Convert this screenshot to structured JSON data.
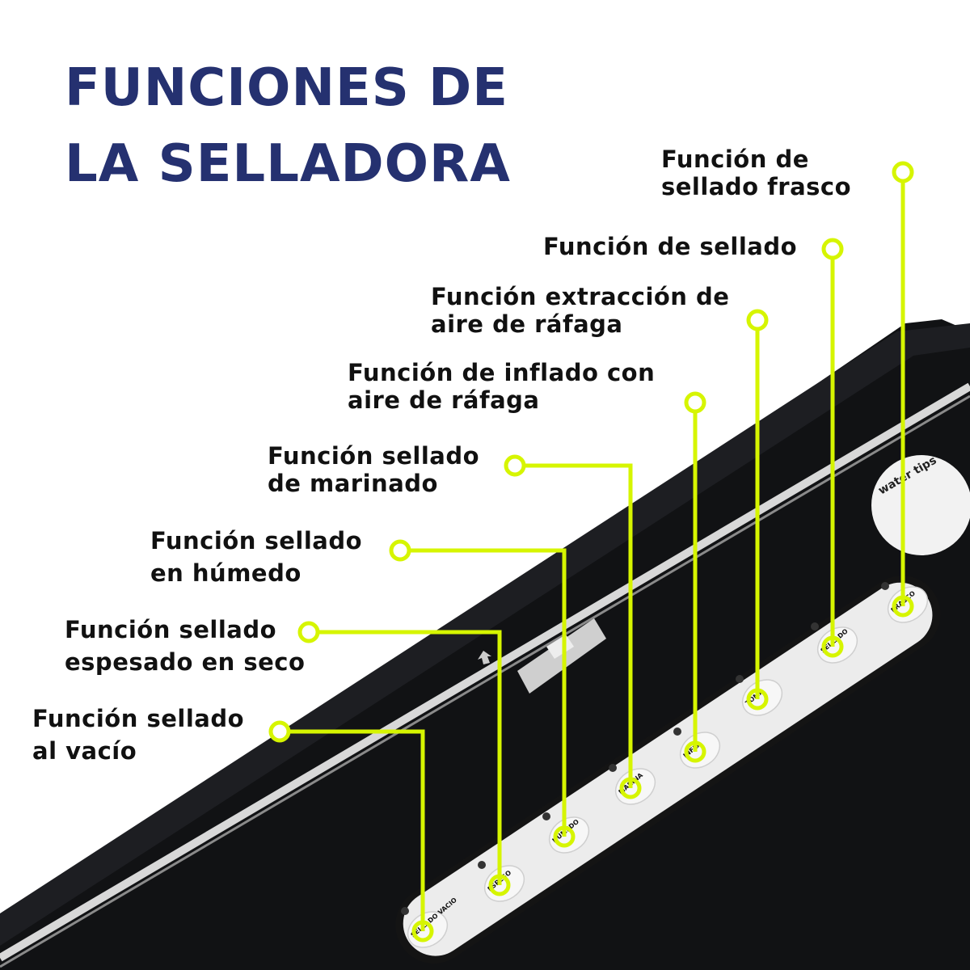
{
  "title_lines": [
    "FUNCIONES DE",
    "LA SELLADORA"
  ],
  "callouts": [
    {
      "label_lines": [
        "Función de",
        "sellado frasco"
      ],
      "button_text": "FRASCO"
    },
    {
      "label_lines": [
        "Función de sellado"
      ],
      "button_text": "SELLADO"
    },
    {
      "label_lines": [
        "Función extracción de",
        "aire de ráfaga"
      ],
      "button_text": "TOMA"
    },
    {
      "label_lines": [
        "Función de inflado con",
        "aire de ráfaga"
      ],
      "button_text": "INFLA"
    },
    {
      "label_lines": [
        "Función sellado",
        "de marinado"
      ],
      "button_text": "MARINA"
    },
    {
      "label_lines": [
        "Función sellado",
        "en húmedo"
      ],
      "button_text": "HUMEDO"
    },
    {
      "label_lines": [
        "Función sellado",
        "espesado en seco"
      ],
      "button_text": "ESPESO"
    },
    {
      "label_lines": [
        "Función sellado",
        "al vacío"
      ],
      "button_text": "SELLADO VACIO"
    }
  ],
  "sticker_text": "water tips",
  "colors": {
    "title": "#253170",
    "accent": "#d6f500",
    "device": "#111214",
    "panel": "#ececec"
  }
}
